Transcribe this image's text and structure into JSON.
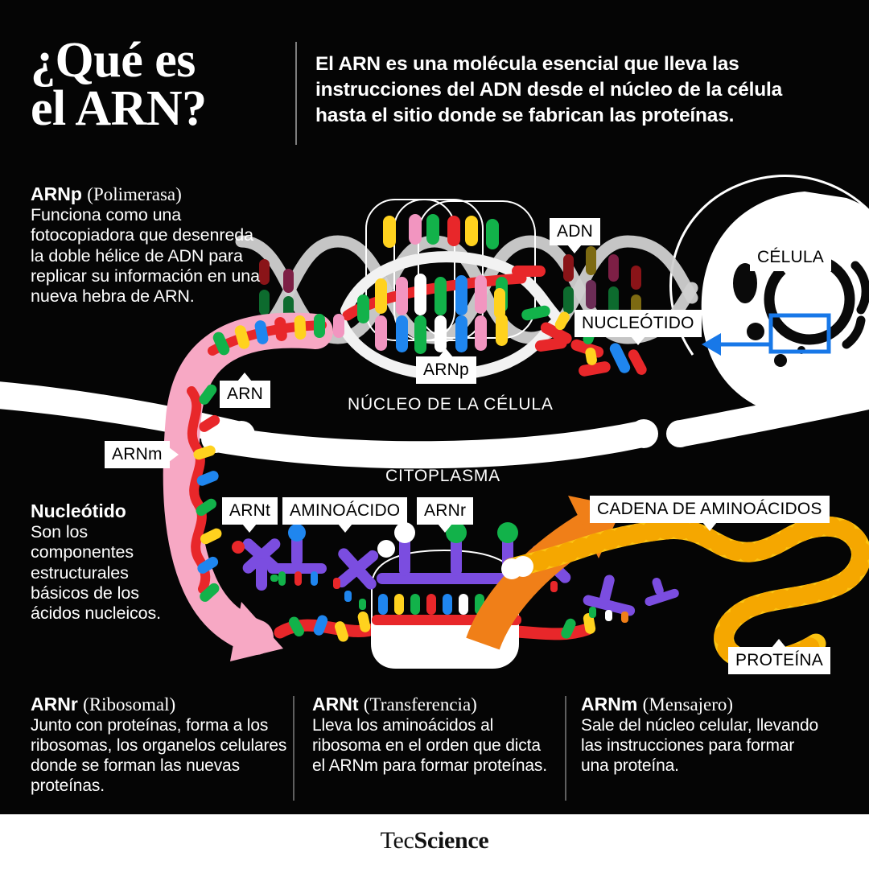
{
  "header": {
    "title_line1": "¿Qué es",
    "title_line2": "el ARN?",
    "subtitle": "El ARN es una molécula esencial que lleva las instrucciones del ADN desde el núcleo de la célula hasta el sitio donde se fabrican las proteínas."
  },
  "side_notes": [
    {
      "id": "arnp",
      "term": "ARNp",
      "paren": "(Polimerasa)",
      "body": "Funciona como una fotocopiadora que desenreda la doble hélice de ADN para replicar su información en una nueva hebra de ARN."
    },
    {
      "id": "nucleotido",
      "term": "Nucleótido",
      "paren": "",
      "body": "Son los componentes estructurales básicos de los ácidos nucleicos."
    }
  ],
  "diagram": {
    "labels": {
      "adn": "ADN",
      "celula": "CÉLULA",
      "nucleotido": "NUCLEÓTIDO",
      "arnp": "ARNp",
      "arn": "ARN",
      "arnm": "ARNm",
      "arnt": "ARNt",
      "aminoacido": "AMINOÁCIDO",
      "arnr": "ARNr",
      "cadena": "CADENA DE AMINOÁCIDOS",
      "proteina": "PROTEÍNA"
    },
    "regions": {
      "nucleo": "NÚCLEO DE LA CÉLULA",
      "citoplasma": "CITOPLASMA"
    },
    "colors": {
      "background": "#050505",
      "membrane": "#ffffff",
      "mrna_strand": "#e8272a",
      "pink_arrow": "#f7a8c4",
      "orange_arrow": "#f07f18",
      "protein_bead": "#fbc312",
      "trna": "#7b4de0",
      "helix": "#d9d9d9",
      "highlight_box": "#1878e8",
      "base_yellow": "#ffd21e",
      "base_green": "#12b24a",
      "base_blue": "#1f86ef",
      "base_red": "#e8272a",
      "base_pink": "#f295c0",
      "base_white": "#ffffff",
      "divider": "#5f5f5f"
    }
  },
  "bottom_columns": [
    {
      "term": "ARNr",
      "paren": "(Ribosomal)",
      "body": "Junto con proteínas, forma a los ribosomas, los organelos celulares donde se forman las nuevas proteínas."
    },
    {
      "term": "ARNt",
      "paren": "(Transferencia)",
      "body": "Lleva los aminoácidos al ribosoma en el orden que dicta el ARNm para formar proteínas."
    },
    {
      "term": "ARNm",
      "paren": "(Mensajero)",
      "body": "Sale del núcleo celular, llevando las instrucciones para formar una proteína."
    }
  ],
  "footer": {
    "brand_light": "Tec",
    "brand_bold": "Science"
  }
}
